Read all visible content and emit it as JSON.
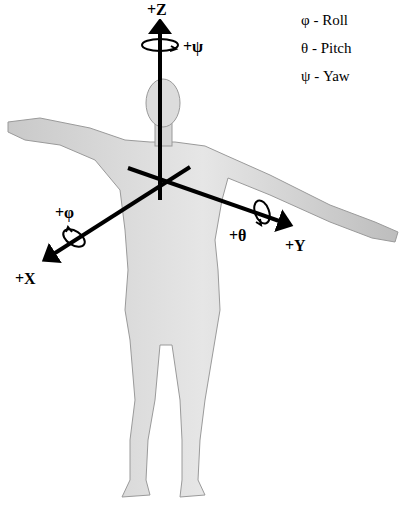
{
  "diagram": {
    "labels": [
      "+Z",
      "+ψ",
      "φ - Roll",
      "θ - Pitch",
      "ψ - Yaw",
      "+φ",
      "+X",
      "+θ",
      "+Y"
    ]
  }
}
